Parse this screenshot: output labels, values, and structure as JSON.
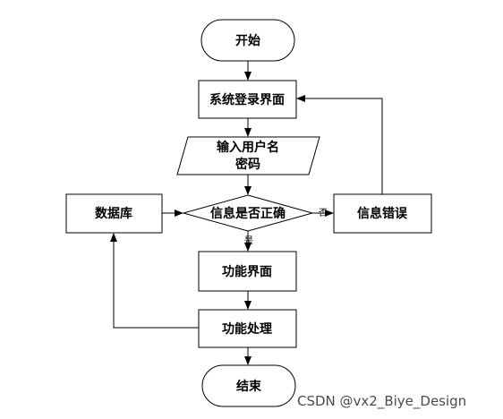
{
  "nodes": {
    "start": "开始",
    "login": "系统登录界面",
    "input_line1": "输入用户名",
    "input_line2": "密码",
    "decision": "信息是否正确",
    "database": "数据库",
    "error": "信息错误",
    "function_ui": "功能界面",
    "function_process": "功能处理",
    "end": "结束"
  },
  "edges": {
    "no_label": "否",
    "yes_label": "是"
  },
  "watermark": "CSDN @vx2_Biye_Design"
}
